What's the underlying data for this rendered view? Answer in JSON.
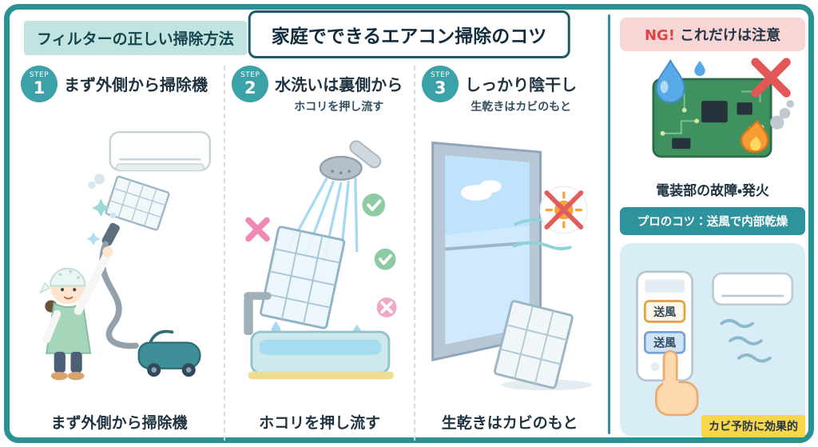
{
  "palette": {
    "frame_teal": "#2a9295",
    "badge_teal": "#3ba2a8",
    "label_bg": "#c2e4e0",
    "ng_red": "#dd4444",
    "ng_bg": "#f9d6d6",
    "pro_header_bg": "#2e939c",
    "highlight_yellow": "#f7d64a",
    "text_dark": "#1f3240"
  },
  "header": {
    "left_label": "フィルターの正しい掃除方法",
    "title": "家庭でできるエアコン掃除のコツ"
  },
  "steps": [
    {
      "badge_label": "STEP",
      "number": "1",
      "heading": "まず外側から掃除機",
      "subheading": "",
      "caption": "まず外側から掃除機"
    },
    {
      "badge_label": "STEP",
      "number": "2",
      "heading": "水洗いは裏側から",
      "subheading": "ホコリを押し流す",
      "caption": "ホコリを押し流す"
    },
    {
      "badge_label": "STEP",
      "number": "3",
      "heading": "しっかり陰干し",
      "subheading": "生乾きはカビのもと",
      "caption": "生乾きはカビのもと"
    }
  ],
  "ng_panel": {
    "header_ng": "NG!",
    "header_rest": "これだけは注意",
    "caption": "電装部の故障・発火"
  },
  "pro_panel": {
    "header": "プロのコツ：送風で内部乾燥",
    "remote_button_1": "送風",
    "remote_button_2": "送風",
    "caption": "カビ予防に効果的"
  }
}
